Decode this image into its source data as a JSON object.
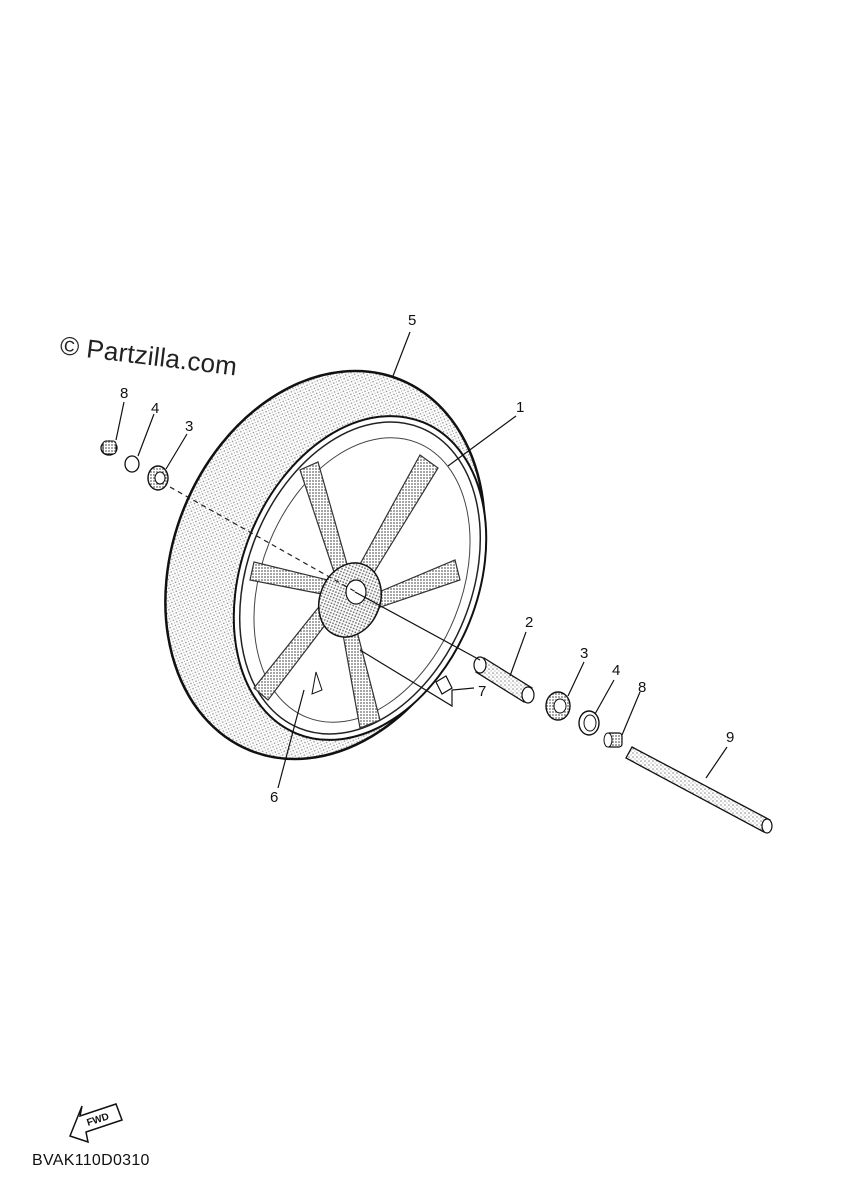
{
  "watermark": "© Partzilla.com",
  "diagram_code": "BVAK110D0310",
  "fwd_label": "FWD",
  "callouts": {
    "c1": "1",
    "c2": "2",
    "c3a": "3",
    "c3b": "3",
    "c4a": "4",
    "c4b": "4",
    "c5": "5",
    "c6": "6",
    "c7": "7",
    "c8a": "8",
    "c8b": "8",
    "c9": "9"
  }
}
